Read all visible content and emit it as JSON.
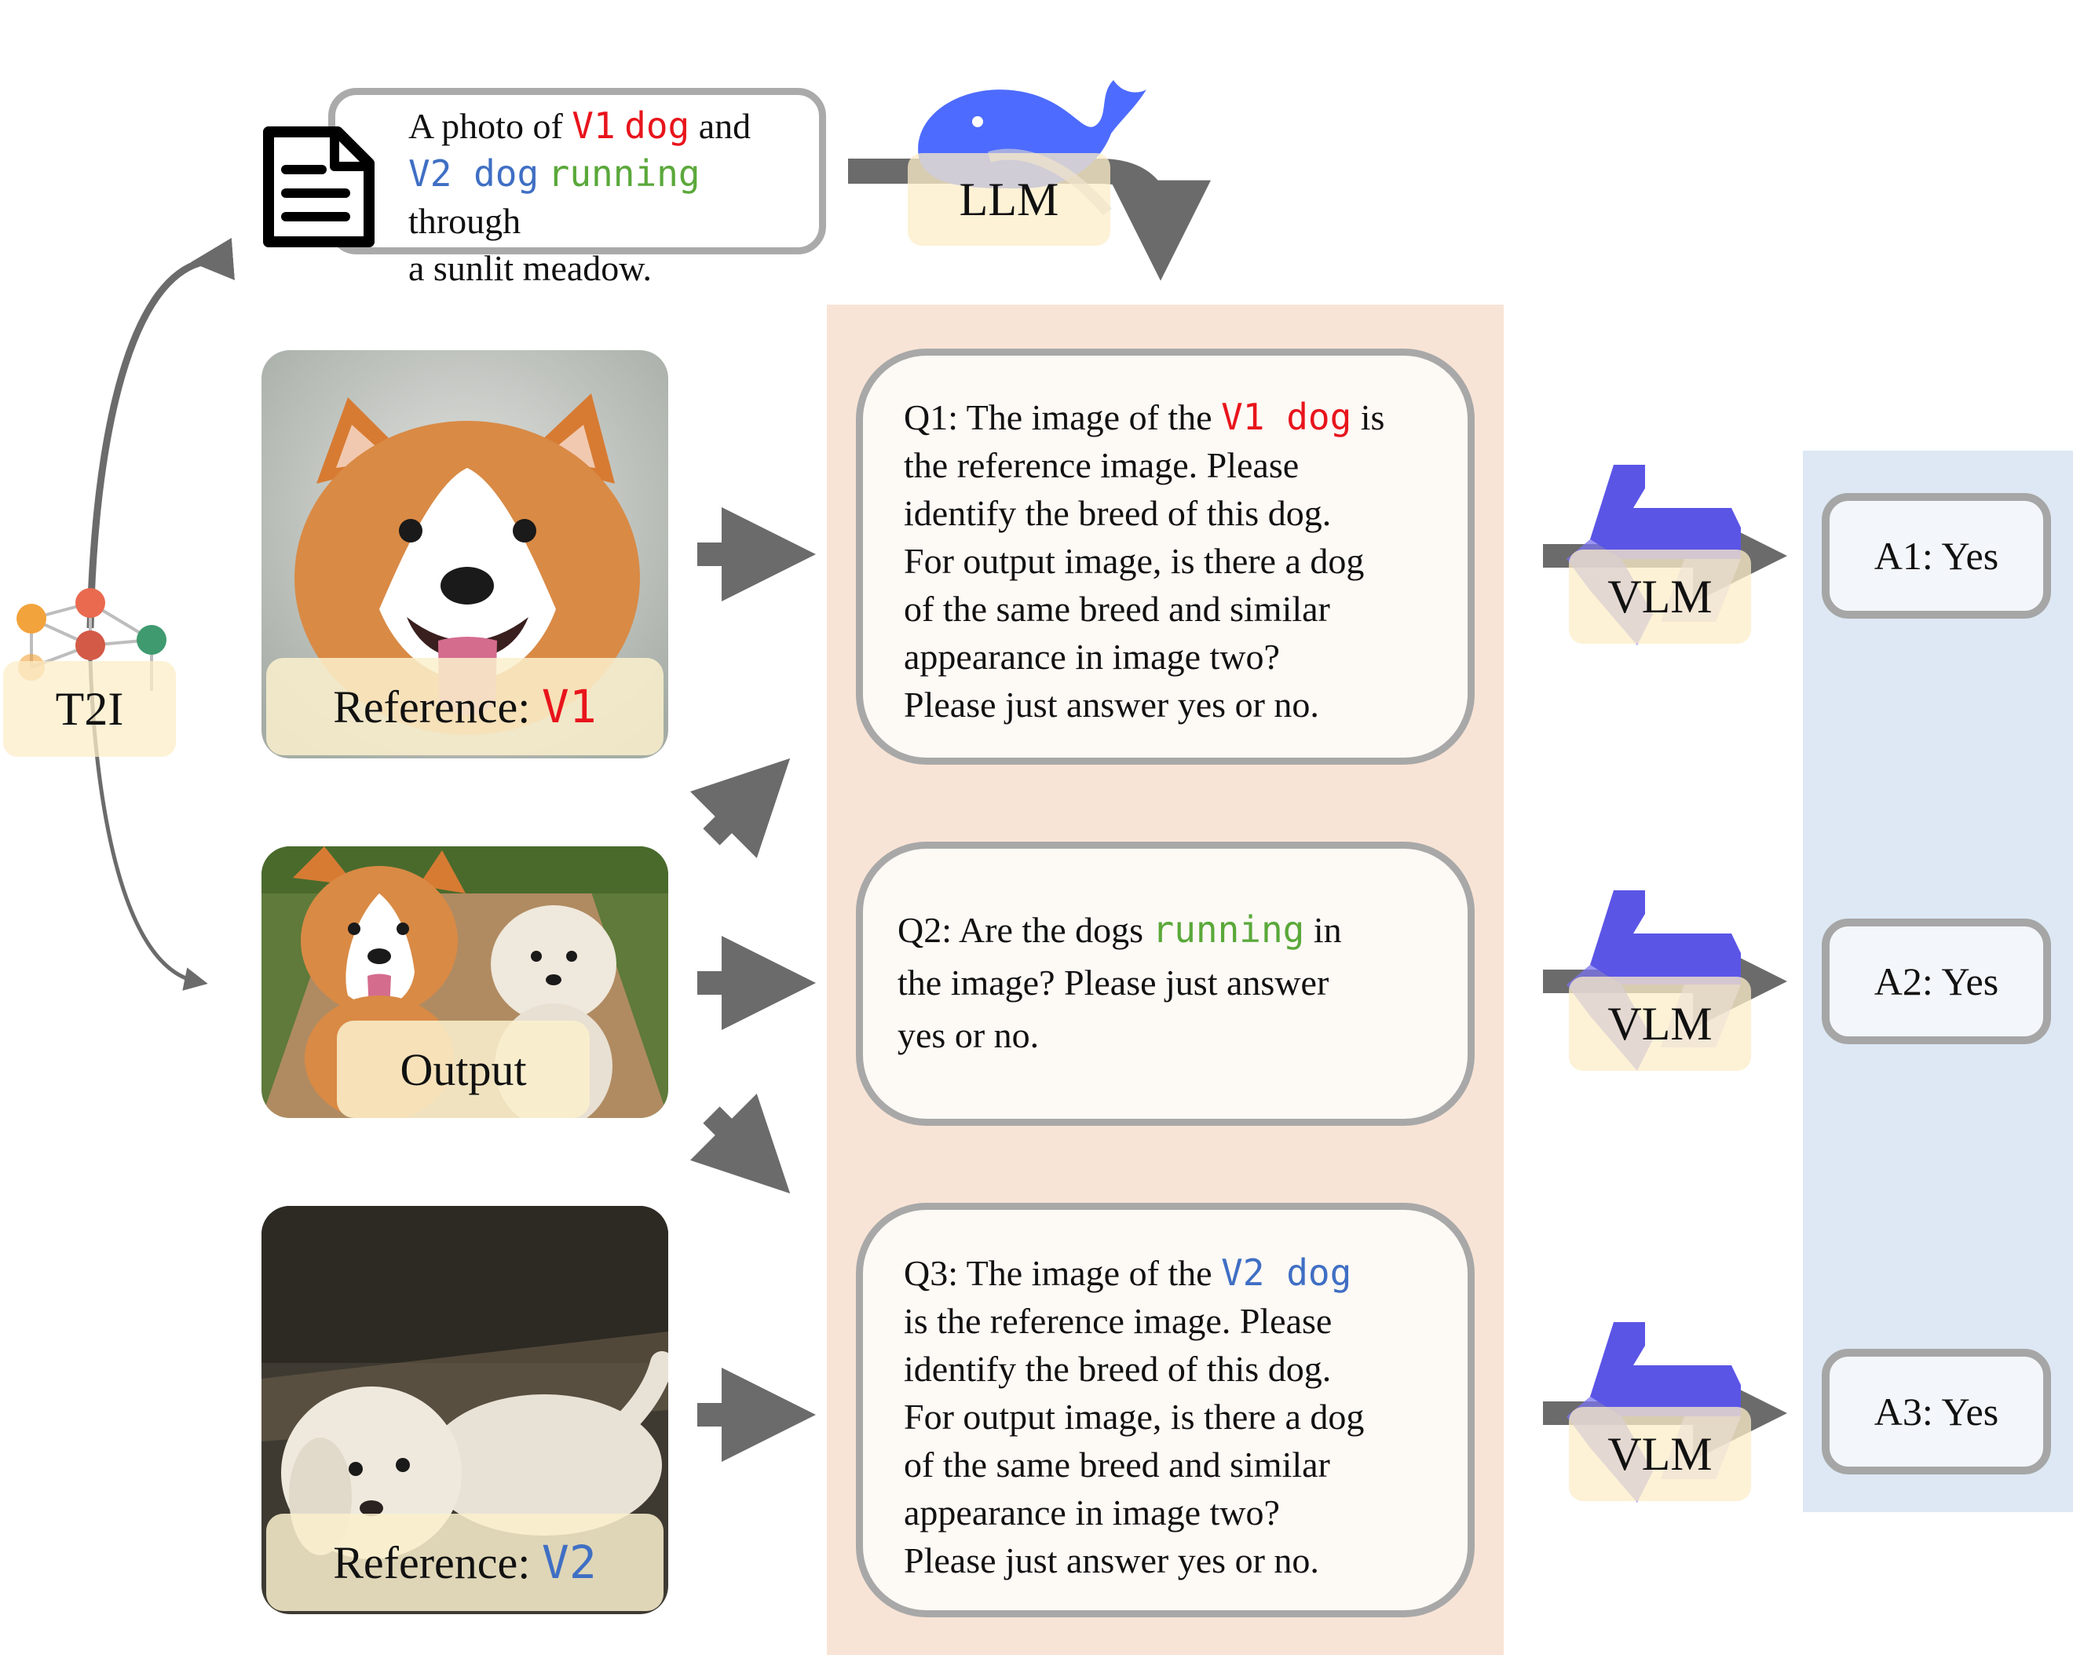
{
  "prompt": {
    "pre": "A photo of ",
    "v1": "V1",
    "dog1": "dog",
    "and": "and",
    "v2dog": "V2 dog",
    "running": "running",
    "through": "through",
    "line3": "a sunlit meadow."
  },
  "llm_label": "LLM",
  "t2i_label": "T2I",
  "images": {
    "ref1_prefix": "Reference: ",
    "ref1_tag": "V1",
    "output": "Output",
    "ref2_prefix": "Reference: ",
    "ref2_tag": "V2"
  },
  "questions": {
    "q1_prefix": "Q1: The image of the ",
    "q1_tag": "V1 dog",
    "q1_suffix": " is",
    "q1_lines": [
      "the reference image. Please",
      "identify the breed of this dog.",
      "For output image, is there a dog",
      "of the same breed and similar",
      "appearance in image two?",
      "Please just answer yes or no."
    ],
    "q2_prefix": "Q2: Are the dogs ",
    "q2_tag": "running",
    "q2_suffix": " in",
    "q2_lines": [
      "the image? Please just answer",
      "yes or no."
    ],
    "q3_prefix": "Q3: The image of the ",
    "q3_tag": "V2 dog",
    "q3_lines": [
      "is the reference image. Please",
      "identify the breed of this dog.",
      "For output image, is there a dog",
      "of the same breed and similar",
      "appearance in image two?",
      "Please just answer yes or no."
    ]
  },
  "vlm_label": "VLM",
  "answers": [
    "A1: Yes",
    "A2: Yes",
    "A3: Yes"
  ],
  "colors": {
    "v1_red": "#e8141b",
    "v2_blue": "#3f6fc4",
    "running_green": "#5aa83a",
    "question_panel": "#f8e4d6",
    "answer_panel": "#dde8f4",
    "arrow_gray": "#6b6b6b",
    "whale_blue": "#4d6bfe"
  },
  "icons": [
    "document-icon",
    "whale-icon",
    "neural-network-icon",
    "vlm-logo-icon"
  ]
}
